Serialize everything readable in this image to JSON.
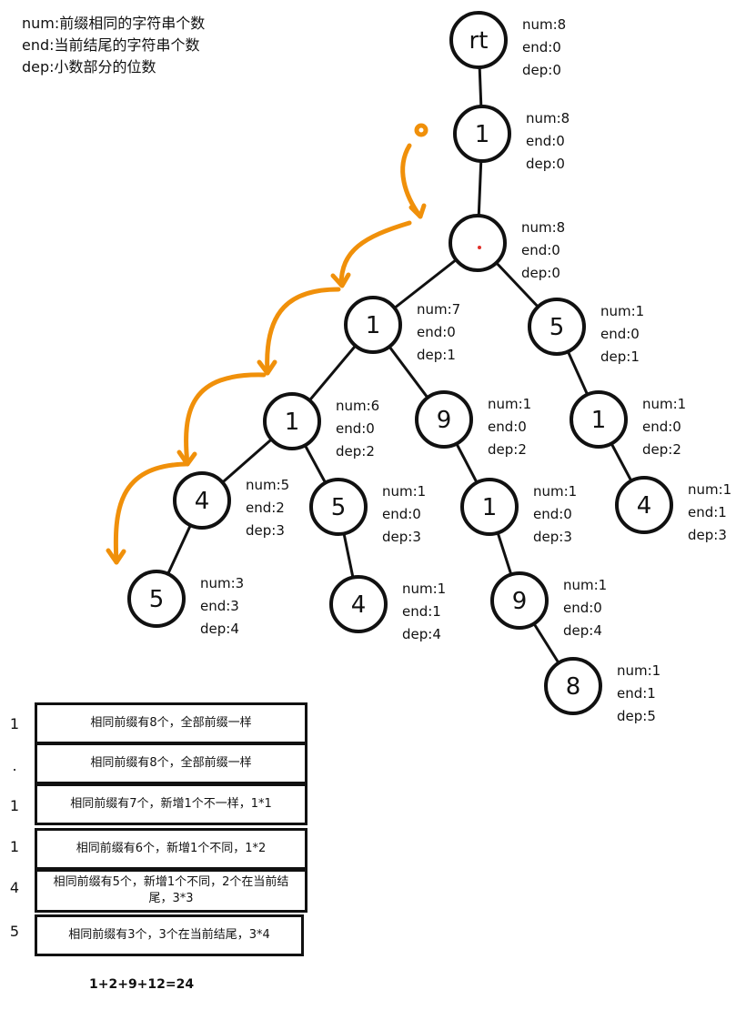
{
  "legend": {
    "line1": "num:前缀相同的字符串个数",
    "line2": "end:当前结尾的字符串个数",
    "line3": "dep:小数部分的位数"
  },
  "tree": {
    "nodes": [
      {
        "id": "rt",
        "label": "rt",
        "num": "num:8",
        "end": "end:0",
        "dep": "dep:0"
      },
      {
        "id": "n1",
        "label": "1",
        "num": "num:8",
        "end": "end:0",
        "dep": "dep:0"
      },
      {
        "id": "dot",
        "label": ".",
        "num": "num:8",
        "end": "end:0",
        "dep": "dep:0"
      },
      {
        "id": "a1",
        "label": "1",
        "num": "num:7",
        "end": "end:0",
        "dep": "dep:1"
      },
      {
        "id": "b5",
        "label": "5",
        "num": "num:1",
        "end": "end:0",
        "dep": "dep:1"
      },
      {
        "id": "a11",
        "label": "1",
        "num": "num:6",
        "end": "end:0",
        "dep": "dep:2"
      },
      {
        "id": "a19",
        "label": "9",
        "num": "num:1",
        "end": "end:0",
        "dep": "dep:2"
      },
      {
        "id": "b51",
        "label": "1",
        "num": "num:1",
        "end": "end:0",
        "dep": "dep:2"
      },
      {
        "id": "a114",
        "label": "4",
        "num": "num:5",
        "end": "end:2",
        "dep": "dep:3"
      },
      {
        "id": "a115",
        "label": "5",
        "num": "num:1",
        "end": "end:0",
        "dep": "dep:3"
      },
      {
        "id": "a191",
        "label": "1",
        "num": "num:1",
        "end": "end:0",
        "dep": "dep:3"
      },
      {
        "id": "b514",
        "label": "4",
        "num": "num:1",
        "end": "end:1",
        "dep": "dep:3"
      },
      {
        "id": "a1145",
        "label": "5",
        "num": "num:3",
        "end": "end:3",
        "dep": "dep:4"
      },
      {
        "id": "a1154",
        "label": "4",
        "num": "num:1",
        "end": "end:1",
        "dep": "dep:4"
      },
      {
        "id": "a1919",
        "label": "9",
        "num": "num:1",
        "end": "end:0",
        "dep": "dep:4"
      },
      {
        "id": "a19198",
        "label": "8",
        "num": "num:1",
        "end": "end:1",
        "dep": "dep:5"
      }
    ],
    "edges": [
      [
        "rt",
        "n1"
      ],
      [
        "n1",
        "dot"
      ],
      [
        "dot",
        "a1"
      ],
      [
        "dot",
        "b5"
      ],
      [
        "a1",
        "a11"
      ],
      [
        "a1",
        "a19"
      ],
      [
        "b5",
        "b51"
      ],
      [
        "a11",
        "a114"
      ],
      [
        "a11",
        "a115"
      ],
      [
        "a19",
        "a191"
      ],
      [
        "b51",
        "b514"
      ],
      [
        "a114",
        "a1145"
      ],
      [
        "a115",
        "a1154"
      ],
      [
        "a191",
        "a1919"
      ],
      [
        "a1919",
        "a19198"
      ]
    ],
    "path_color": "#F0900A",
    "dot_color": "#E0302A"
  },
  "table": {
    "rows": [
      {
        "label": "1",
        "text": "相同前缀有8个，全部前缀一样"
      },
      {
        "label": ".",
        "text": "相同前缀有8个，全部前缀一样"
      },
      {
        "label": "1",
        "text": "相同前缀有7个，新增1个不一样，1*1"
      },
      {
        "label": "1",
        "text": "相同前缀有6个，新增1个不同，1*2"
      },
      {
        "label": "4",
        "text": "相同前缀有5个，新增1个不同，2个在当前结尾，3*3"
      },
      {
        "label": "5",
        "text": "相同前缀有3个，3个在当前结尾，3*4"
      }
    ]
  },
  "equation": "1+2+9+12=24"
}
